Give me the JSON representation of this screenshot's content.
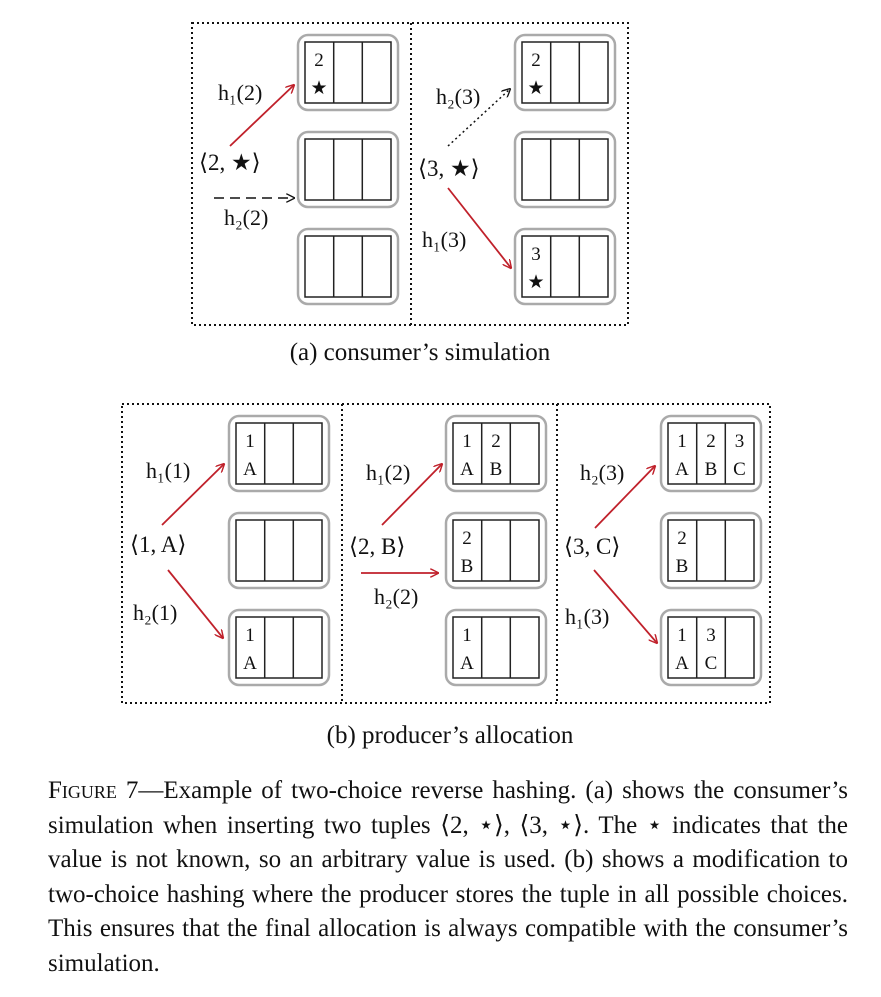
{
  "colors": {
    "arrow": "#c0212b",
    "bucket_border": "#aaaaaa"
  },
  "panel_a": {
    "caption": "(a) consumer’s simulation",
    "left": {
      "tuple": "⟨2, ★⟩",
      "label_up": "h₁(2)",
      "label_dash": "h₂(2)",
      "buckets": [
        {
          "slot1_top": "2",
          "slot1_bottom": "★"
        },
        {
          "slot1_top": "",
          "slot1_bottom": ""
        },
        {
          "slot1_top": "",
          "slot1_bottom": ""
        }
      ]
    },
    "right": {
      "tuple": "⟨3, ★⟩",
      "label_up": "h₂(3)",
      "label_down": "h₁(3)",
      "buckets": [
        {
          "slot1_top": "2",
          "slot1_bottom": "★"
        },
        {
          "slot1_top": "",
          "slot1_bottom": ""
        },
        {
          "slot1_top": "3",
          "slot1_bottom": "★"
        }
      ]
    }
  },
  "panel_b": {
    "caption": "(b) producer’s allocation",
    "p1": {
      "tuple": "⟨1, A⟩",
      "label_up": "h₁(1)",
      "label_down": "h₂(1)",
      "b1": {
        "s1t": "1",
        "s1b": "A"
      },
      "b3": {
        "s1t": "1",
        "s1b": "A"
      }
    },
    "p2": {
      "tuple": "⟨2, B⟩",
      "label_up": "h₁(2)",
      "label_mid": "h₂(2)",
      "b1": {
        "s1t": "1",
        "s1b": "A",
        "s2t": "2",
        "s2b": "B"
      },
      "b2": {
        "s1t": "2",
        "s1b": "B"
      },
      "b3": {
        "s1t": "1",
        "s1b": "A"
      }
    },
    "p3": {
      "tuple": "⟨3, C⟩",
      "label_up": "h₂(3)",
      "label_down": "h₁(3)",
      "b1": {
        "s1t": "1",
        "s1b": "A",
        "s2t": "2",
        "s2b": "B",
        "s3t": "3",
        "s3b": "C"
      },
      "b2": {
        "s1t": "2",
        "s1b": "B"
      },
      "b3": {
        "s1t": "1",
        "s1b": "A",
        "s2t": "3",
        "s2b": "C"
      }
    }
  },
  "caption": {
    "figure_label": "Figure 7",
    "text": "—Example of two-choice reverse hashing. (a) shows the consumer’s simulation when inserting two tuples ⟨2, ⋆⟩, ⟨3, ⋆⟩. The ⋆ indicates that the value is not known, so an arbitrary value is used. (b) shows a modification to two-choice hashing where the producer stores the tuple in all possible choices. This ensures that the final allocation is always compatible with the consumer’s simulation."
  }
}
